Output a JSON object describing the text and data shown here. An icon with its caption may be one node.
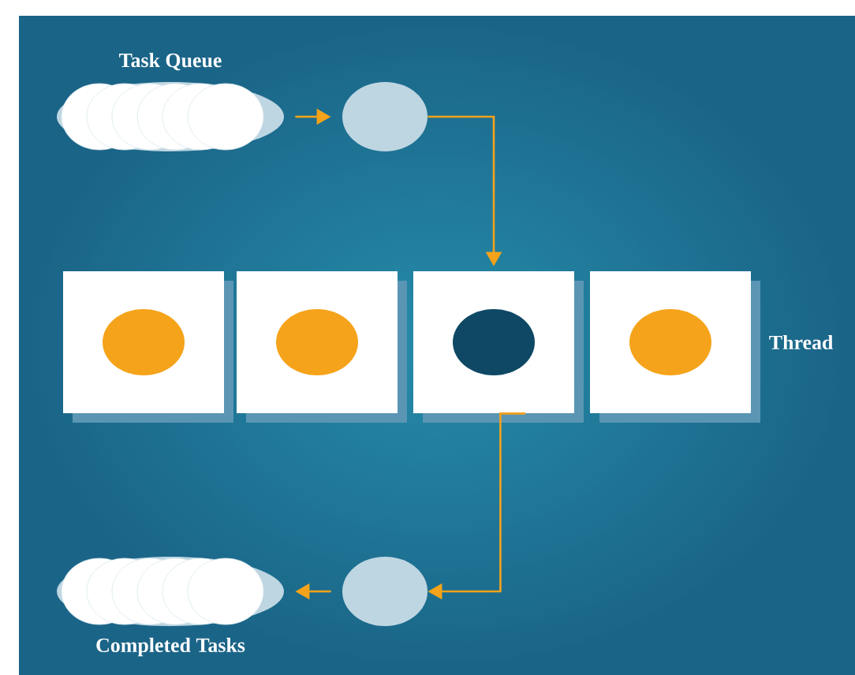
{
  "diagram": {
    "nodes": [
      {
        "text": [
          "Task Queue"
        ]
      },
      {
        "text": [],
        "shape": "circle"
      },
      {
        "text": [],
        "shape": "box"
      },
      {
        "text": [],
        "shape": "box"
      },
      {
        "text": [],
        "shape": "box"
      },
      {
        "text": [],
        "shape": "box",
        "beside": [
          "Thread"
        ]
      },
      {
        "text": [],
        "shape": "circle"
      },
      {
        "text": [
          "Completed Tasks"
        ]
      }
    ],
    "edges": [
      {
        "from": 0,
        "to": 1,
        "arrow": "to"
      },
      {
        "from": 1,
        "to": 4,
        "arrow": "to"
      },
      {
        "from": 4,
        "to": 6,
        "arrow": "to"
      },
      {
        "from": 6,
        "to": 7,
        "arrow": "to"
      }
    ]
  }
}
